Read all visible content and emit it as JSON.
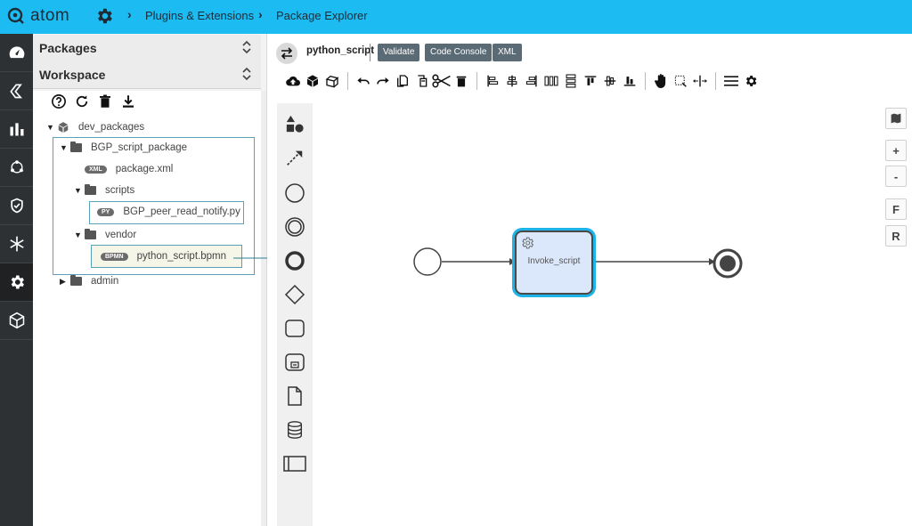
{
  "app": {
    "name": "atom"
  },
  "breadcrumb": {
    "items": [
      "Plugins & Extensions",
      "Package Explorer"
    ]
  },
  "sidebar_nav": {
    "icons": [
      "dashboard-icon",
      "tag-icon",
      "bar-chart-icon",
      "hub-icon",
      "shield-icon",
      "snowflake-icon",
      "gear-icon",
      "cube-icon"
    ],
    "active_index": 6
  },
  "panel": {
    "packages_title": "Packages",
    "workspace_title": "Workspace",
    "tree": {
      "root": "dev_packages",
      "bgp_folder": "BGP_script_package",
      "package_xml": {
        "badge": "XML",
        "name": "package.xml"
      },
      "scripts_folder": "scripts",
      "py_file": {
        "badge": "PY",
        "name": "BGP_peer_read_notify.py"
      },
      "vendor_folder": "vendor",
      "bpmn_file": {
        "badge": "BPMN",
        "name": "python_script.bpmn"
      },
      "admin_folder": "admin"
    }
  },
  "editor": {
    "file_name": "python_script",
    "buttons": {
      "validate": "Validate",
      "code_console": "Code Console",
      "xml": "XML"
    }
  },
  "diagram": {
    "task_label": "Invoke_script"
  },
  "zoom": {
    "plus": "+",
    "minus": "-",
    "fit": "F",
    "reset": "R"
  },
  "colors": {
    "topbar": "#1cbcf2",
    "sidebar": "#2e3134",
    "selection": "#1eb4ea",
    "task_fill": "#dbe8fc"
  }
}
